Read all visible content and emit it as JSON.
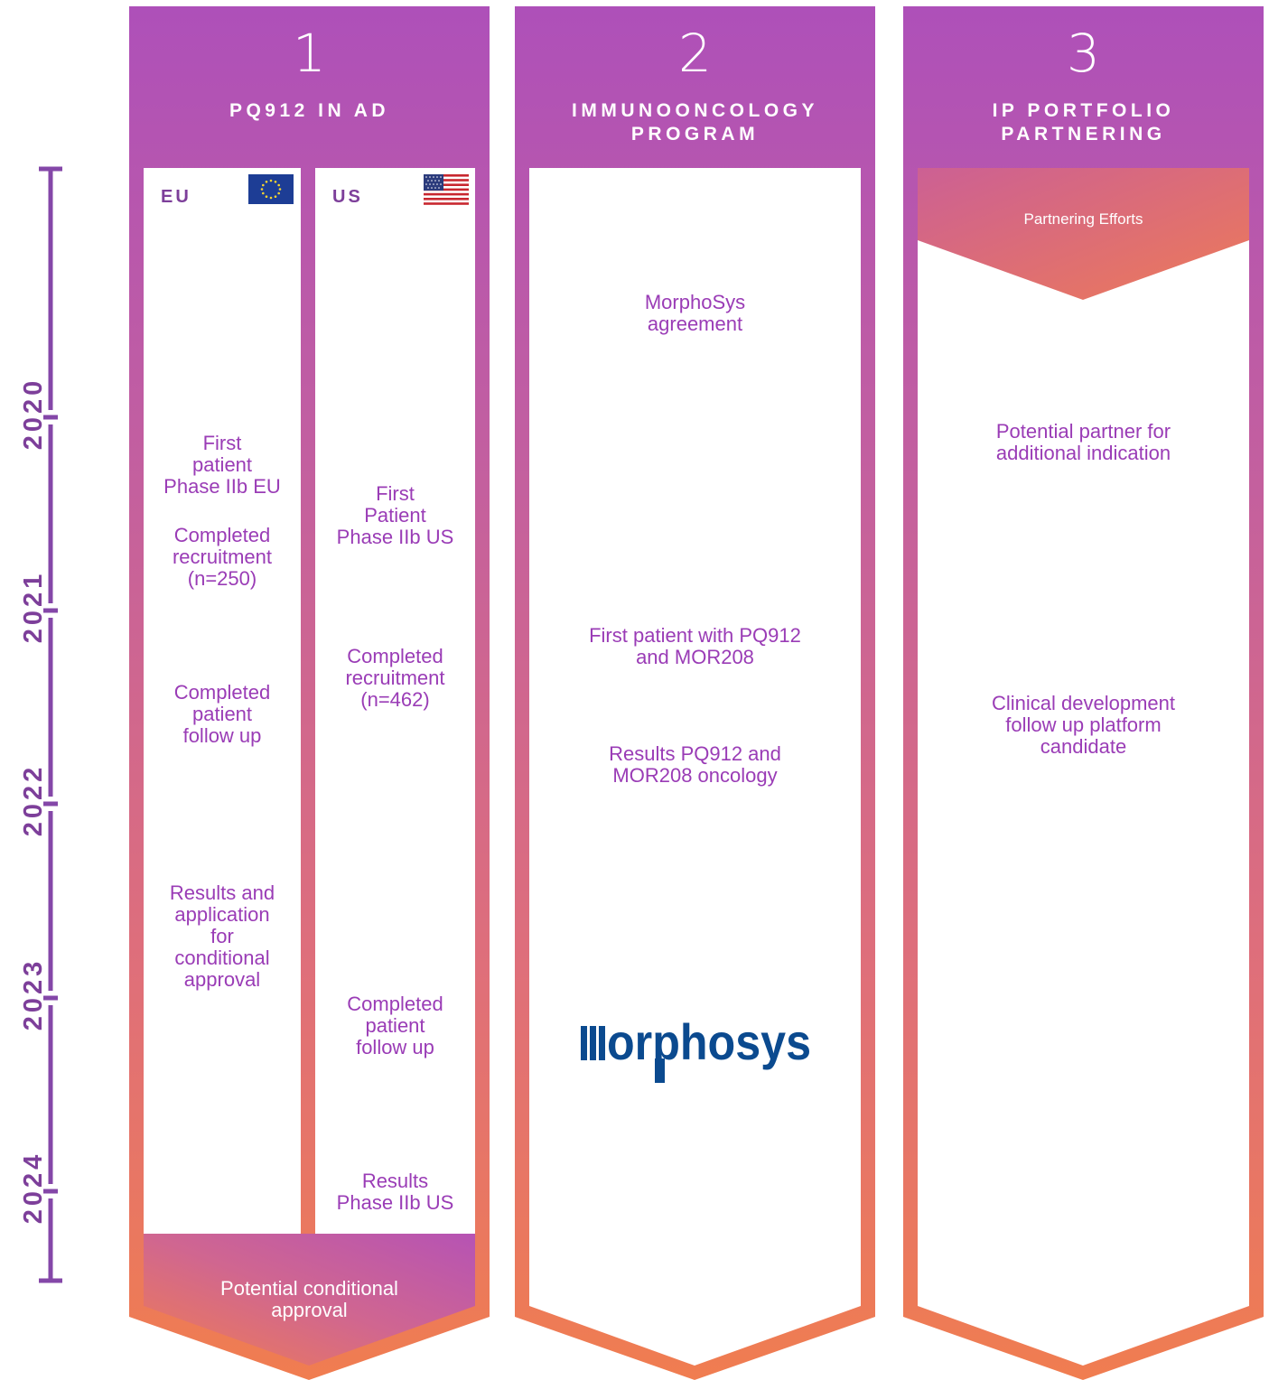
{
  "colors": {
    "purple": "#b050b8",
    "orange": "#ef7e52",
    "text_purple": "#9a3cb6",
    "timeline": "#8447a8",
    "morphosys_blue": "#0b4a8f"
  },
  "timeline": {
    "years": [
      "2020",
      "2021",
      "2022",
      "2023",
      "2024"
    ]
  },
  "columns": [
    {
      "number": "1",
      "title": "PQ912 IN AD",
      "subcolumns": [
        {
          "label": "EU",
          "flag_icon": "eu-flag-icon",
          "items": [
            "First\npatient\nPhase IIb EU",
            "Completed\nrecruitment\n(n=250)",
            "Completed\npatient\nfollow up",
            "Results and\napplication\nfor\nconditional\napproval"
          ]
        },
        {
          "label": "US",
          "flag_icon": "us-flag-icon",
          "items": [
            "First\nPatient\nPhase IIb US",
            "Completed\nrecruitment\n(n=462)",
            "Completed\npatient\nfollow up",
            "Results\nPhase IIb US"
          ]
        }
      ],
      "footer": "Potential conditional\napproval"
    },
    {
      "number": "2",
      "title": "IMMUNOONCOLOGY\nPROGRAM",
      "items": [
        "MorphoSys\nagreement",
        "First patient with PQ912\nand MOR208",
        "Results PQ912 and\nMOR208 oncology"
      ],
      "logo_text": "morphosys"
    },
    {
      "number": "3",
      "title": "IP PORTFOLIO\nPARTNERING",
      "banner": "Partnering Efforts",
      "items": [
        "Potential partner for\nadditional indication",
        "Clinical development\nfollow up platform\ncandidate"
      ]
    }
  ]
}
